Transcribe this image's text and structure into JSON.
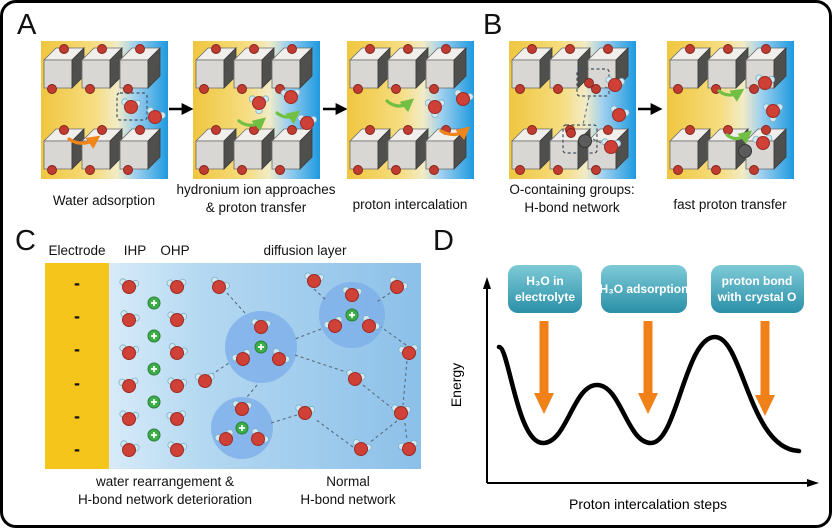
{
  "panel_a": {
    "letter": "A",
    "step1_caption": "Water adsorption",
    "step2_caption_line1": "hydronium ion approaches",
    "step2_caption_line2": "& proton transfer",
    "step3_caption": "proton intercalation"
  },
  "panel_b": {
    "letter": "B",
    "step1_caption_line1": "O-containing groups:",
    "step1_caption_line2": "H-bond network",
    "step2_caption": "fast proton transfer"
  },
  "panel_c": {
    "letter": "C",
    "electrode_label": "Electrode",
    "ihp_label": "IHP",
    "ohp_label": "OHP",
    "diffusion_label": "diffusion layer",
    "minus_sign": "-",
    "left_caption_line1": "water rearrangement &",
    "left_caption_line2": "H-bond network deterioration",
    "right_caption_line1": "Normal",
    "right_caption_line2": "H-bond network"
  },
  "panel_d": {
    "letter": "D",
    "boxes": [
      {
        "line1": "H₃O in",
        "line2": "electrolyte"
      },
      {
        "line1": "H₃O adsorption",
        "line2": ""
      },
      {
        "line1": "proton bond",
        "line2": "with crystal O"
      }
    ],
    "ylabel": "Energy",
    "xlabel": "Proton intercalation steps"
  },
  "colors": {
    "electrode_yellow": "#f5c51c",
    "crystal_blue": "#2d9fe0",
    "ion_green": "#3bae49",
    "arrow_orange": "#f08519",
    "halo_blue": "#7fb0ea",
    "box_teal": "#2e93ae"
  }
}
